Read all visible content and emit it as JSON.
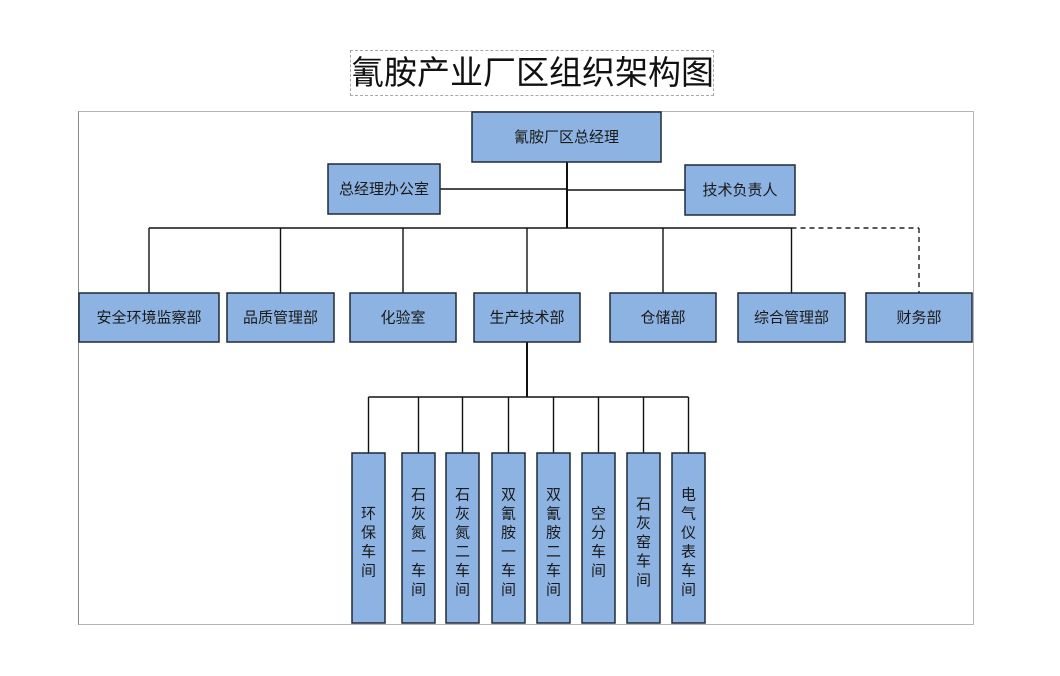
{
  "title": "氰胺产业厂区组织架构图",
  "colors": {
    "node_fill": "#8db3e2",
    "node_border": "#1f2b3a",
    "connector": "#111111"
  },
  "root": {
    "id": "gm",
    "label": "氰胺厂区总经理"
  },
  "assistants": [
    {
      "id": "gm-office",
      "label": "总经理办公室",
      "side": "left"
    },
    {
      "id": "tech-lead",
      "label": "技术负责人",
      "side": "right"
    }
  ],
  "departments": [
    {
      "id": "safety-env",
      "label": "安全环境监察部",
      "link": "solid"
    },
    {
      "id": "quality",
      "label": "品质管理部",
      "link": "solid"
    },
    {
      "id": "lab",
      "label": "化验室",
      "link": "solid"
    },
    {
      "id": "production",
      "label": "生产技术部",
      "link": "solid"
    },
    {
      "id": "warehouse",
      "label": "仓储部",
      "link": "solid"
    },
    {
      "id": "admin",
      "label": "综合管理部",
      "link": "solid"
    },
    {
      "id": "finance",
      "label": "财务部",
      "link": "dashed"
    }
  ],
  "workshops_parent": "production",
  "workshops": [
    {
      "id": "env-protection",
      "label": "环保车间"
    },
    {
      "id": "lime-nitrogen-1",
      "label": "石灰氮一车间"
    },
    {
      "id": "lime-nitrogen-2",
      "label": "石灰氮二车间"
    },
    {
      "id": "dicyandiamide-1",
      "label": "双氰胺一车间"
    },
    {
      "id": "dicyandiamide-2",
      "label": "双氰胺二车间"
    },
    {
      "id": "air-separation",
      "label": "空分车间"
    },
    {
      "id": "lime-kiln",
      "label": "石灰窑车间"
    },
    {
      "id": "electrical-instrument",
      "label": "电气仪表车间"
    }
  ]
}
